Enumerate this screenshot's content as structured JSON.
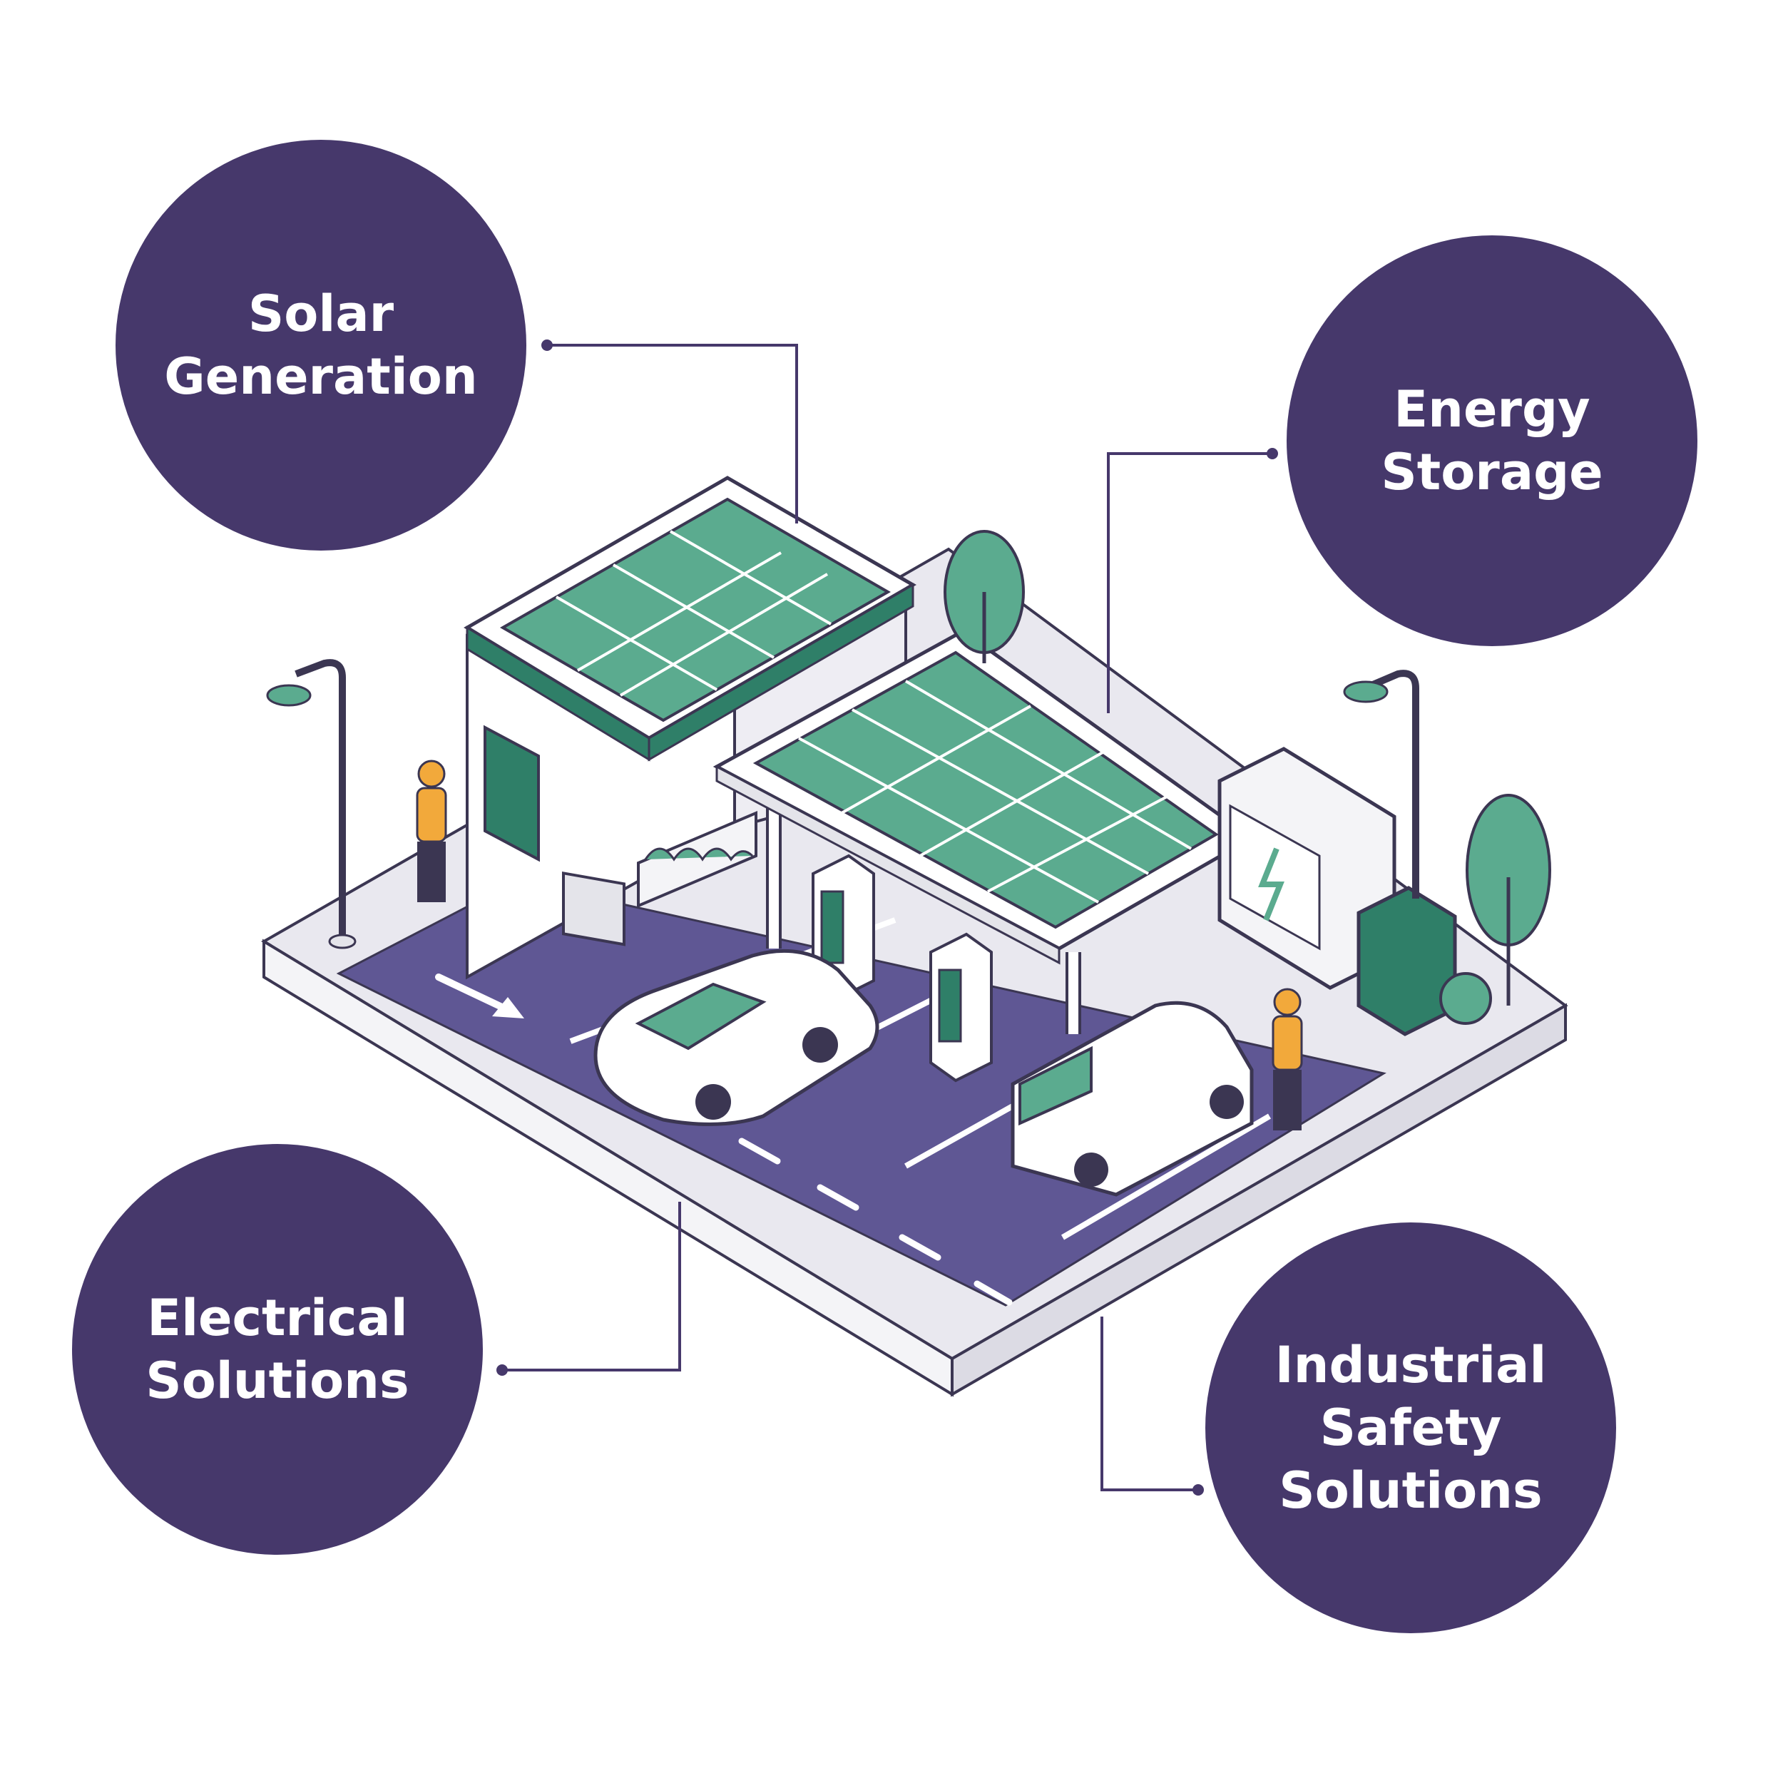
{
  "callouts": {
    "solar": {
      "line1": "Solar",
      "line2": "Generation"
    },
    "energy": {
      "line1": "Energy",
      "line2": "Storage"
    },
    "electrical": {
      "line1": "Electrical",
      "line2": "Solutions"
    },
    "industrial": {
      "line1": "Industrial",
      "line2": "Safety",
      "line3": "Solutions"
    }
  },
  "colors": {
    "bubble": "#46386b",
    "line": "#46386b",
    "road": "#5f5794",
    "panel": "#5bab8f",
    "teal": "#2f7f68",
    "outline": "#3b3652"
  }
}
